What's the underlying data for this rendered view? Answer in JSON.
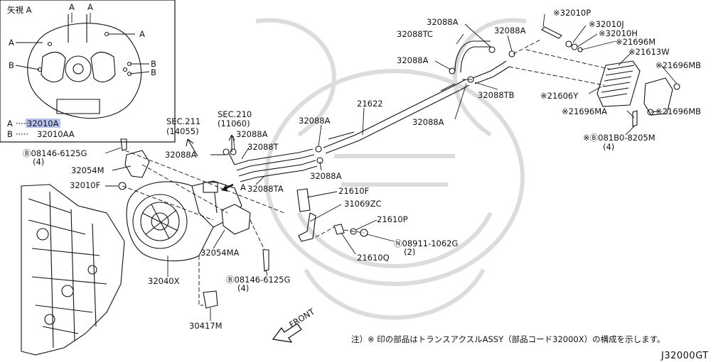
{
  "inset": {
    "view_label": "矢視 A",
    "letters": [
      "A",
      "A",
      "A",
      "A",
      "B",
      "B",
      "B"
    ],
    "legend": [
      {
        "key": "A",
        "dots": "·····",
        "part": "32010A",
        "highlighted": true
      },
      {
        "key": "B",
        "dots": "·····",
        "part": "32010AA",
        "highlighted": false
      }
    ]
  },
  "arrow_label": "A",
  "sec_refs": [
    {
      "title": "SEC.211",
      "sub": "(14055)"
    },
    {
      "title": "SEC.210",
      "sub": "(11060)"
    }
  ],
  "labels": {
    "p32088A_top": "32088A",
    "p32088TC": "32088TC",
    "p32088A_t2": "32088A",
    "p32088A_mid": "32088A",
    "p32088TB": "32088TB",
    "p32010P": "※32010P",
    "p32010J": "※32010J",
    "p32010H": "※32010H",
    "p21696M": "※21696M",
    "p21613W": "※21613W",
    "p21696MB_1": "※21696MB",
    "p21606Y": "※21606Y",
    "p21696MA": "※21696MA",
    "p21696MB_2": "※21696MB",
    "p081B0": "※Ⓑ081B0-8205M",
    "p081B0_qty": "(4)",
    "p21622": "21622",
    "p32088A_c1": "32088A",
    "p32088A_c2": "32088A",
    "p32088A_left": "32088A",
    "p32088A_left2": "32088A",
    "p32088T": "32088T",
    "p32088TA": "32088TA",
    "p08146_top": "Ⓑ08146-6125G",
    "p08146_top_qty": "(4)",
    "p32054M": "32054M",
    "p32010F": "32010F",
    "p21610F": "21610F",
    "p31069ZC": "31069ZC",
    "p21610P": "21610P",
    "p08911": "Ⓝ08911-1062G",
    "p08911_qty": "(2)",
    "p21610Q": "21610Q",
    "p32054MA": "32054MA",
    "p08146_bot": "Ⓑ08146-6125G",
    "p08146_bot_qty": "(4)",
    "p32040X": "32040X",
    "p30417M": "30417M"
  },
  "front_label": "FRONT",
  "footnote": "注）※ 印の部品はトランスアクスルASSY（部品コード32000X）の構成を示します。",
  "diagram_code": "J32000GT",
  "colors": {
    "highlight": "#b8c2ee",
    "ink": "#111111",
    "watermark": "#d9d9d9"
  }
}
